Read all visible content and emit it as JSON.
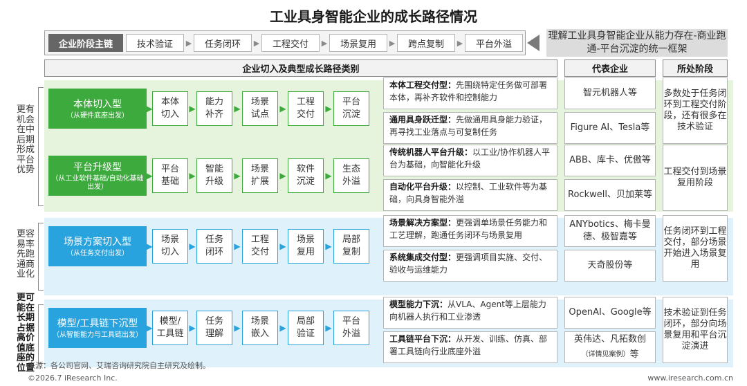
{
  "title": "工业具身智能企业的成长路径情况",
  "chain": {
    "head": "企业阶段主链",
    "stages": [
      "技术验证",
      "任务闭环",
      "工程交付",
      "场景复用",
      "跨点复制",
      "平台外溢"
    ],
    "arrow": "→"
  },
  "note": "理解工业具身智能企业从能力存在-商业跑通-平台沉淀的统一框架",
  "headers": {
    "path": "企业切入及典型成长路径类别",
    "company": "代表企业",
    "stage": "所处阶段"
  },
  "groups": [
    {
      "label": "更有机会在中后期形成平台优势",
      "bold": false
    },
    {
      "label": "更容易率先跑通商业化",
      "bold": false
    },
    {
      "label": "更可能在长期占据高价值底座的位置",
      "bold": true
    }
  ],
  "rows": [
    {
      "type_name": "本体切入型",
      "type_sub": "（从硬件底座出发）",
      "steps": [
        "本体\n切入",
        "能力\n补齐",
        "场景\n试点",
        "工程\n交付",
        "平台\n沉淀"
      ],
      "paths": [
        {
          "bold": "本体工程交付型：",
          "text": "先围绕特定任务做可部署本体，再补齐软件和控制能力"
        },
        {
          "bold": "通用具身跃迁型：",
          "text": "先做通用具身能力验证，再寻找工业落点与可复制任务"
        }
      ],
      "companies": [
        "智元机器人等",
        "Figure AI、Tesla等"
      ],
      "stage": "多数处于任务闭环到工程交付阶段，还有很多在技术验证"
    },
    {
      "type_name": "平台升级型",
      "type_sub": "（从工业软件基础/自动化基础出发）",
      "steps": [
        "平台\n基础",
        "智能\n升级",
        "场景\n扩展",
        "软件\n沉淀",
        "生态\n外溢"
      ],
      "paths": [
        {
          "bold": "传统机器人平台升级：",
          "text": "以工业/协作机器人平台为基础，向智能化升级"
        },
        {
          "bold": "自动化平台升级：",
          "text": "以控制、工业软件等为基础，向具身智能外溢"
        }
      ],
      "companies": [
        "ABB、库卡、优傲等",
        "Rockwell、贝加莱等"
      ],
      "stage": "工程交付到场景复用阶段"
    },
    {
      "type_name": "场景方案切入型",
      "type_sub": "（从任务交付出发）",
      "steps": [
        "场景\n切入",
        "任务\n闭环",
        "工程\n交付",
        "场景\n复用",
        "局部\n复制"
      ],
      "paths": [
        {
          "bold": "场景解决方案型：",
          "text": "更强调单场景任务能力和工艺理解，跑通任务闭环与场景复用"
        },
        {
          "bold": "系统集成交付型：",
          "text": "更强调项目实施、交付、验收与运维能力"
        }
      ],
      "companies": [
        "ANYbotics、梅卡曼德、极智嘉等",
        "天奇股份等"
      ],
      "stage": "任务闭环到工程交付，部分场景开始进入场景复用"
    },
    {
      "type_name": "模型/工具链下沉型",
      "type_sub": "（从智能能力与工具链出发）",
      "steps": [
        "模型/\n工具链",
        "任务\n理解",
        "场景\n嵌入",
        "局部\n验证",
        "平台\n外溢"
      ],
      "paths": [
        {
          "bold": "模型能力下沉：",
          "text": "从VLA、Agent等上层能力向机器人执行和工业渗透"
        },
        {
          "bold": "工具链平台下沉：",
          "text": "从开发、训练、仿真、部署工具链向行业底座外溢"
        }
      ],
      "companies": [
        "OpenAI、Google等",
        "英伟达、凡拓数创"
      ],
      "company_small": "（详情见案例）",
      "company_tail": "等",
      "stage": "技术验证到任务闭环，部分向场景复用和平台沉淀演进"
    }
  ],
  "source": "来源：各公司官网、艾瑞咨询研究院自主研究及绘制。",
  "copyright": "©2026.7 iResearch Inc.",
  "website": "www.iresearch.com.cn",
  "colors": {
    "green": "#3daa3d",
    "green_light": "#e6f4de",
    "blue": "#29a3dd",
    "blue_light": "#dff1fa",
    "gray_head": "#666666"
  }
}
